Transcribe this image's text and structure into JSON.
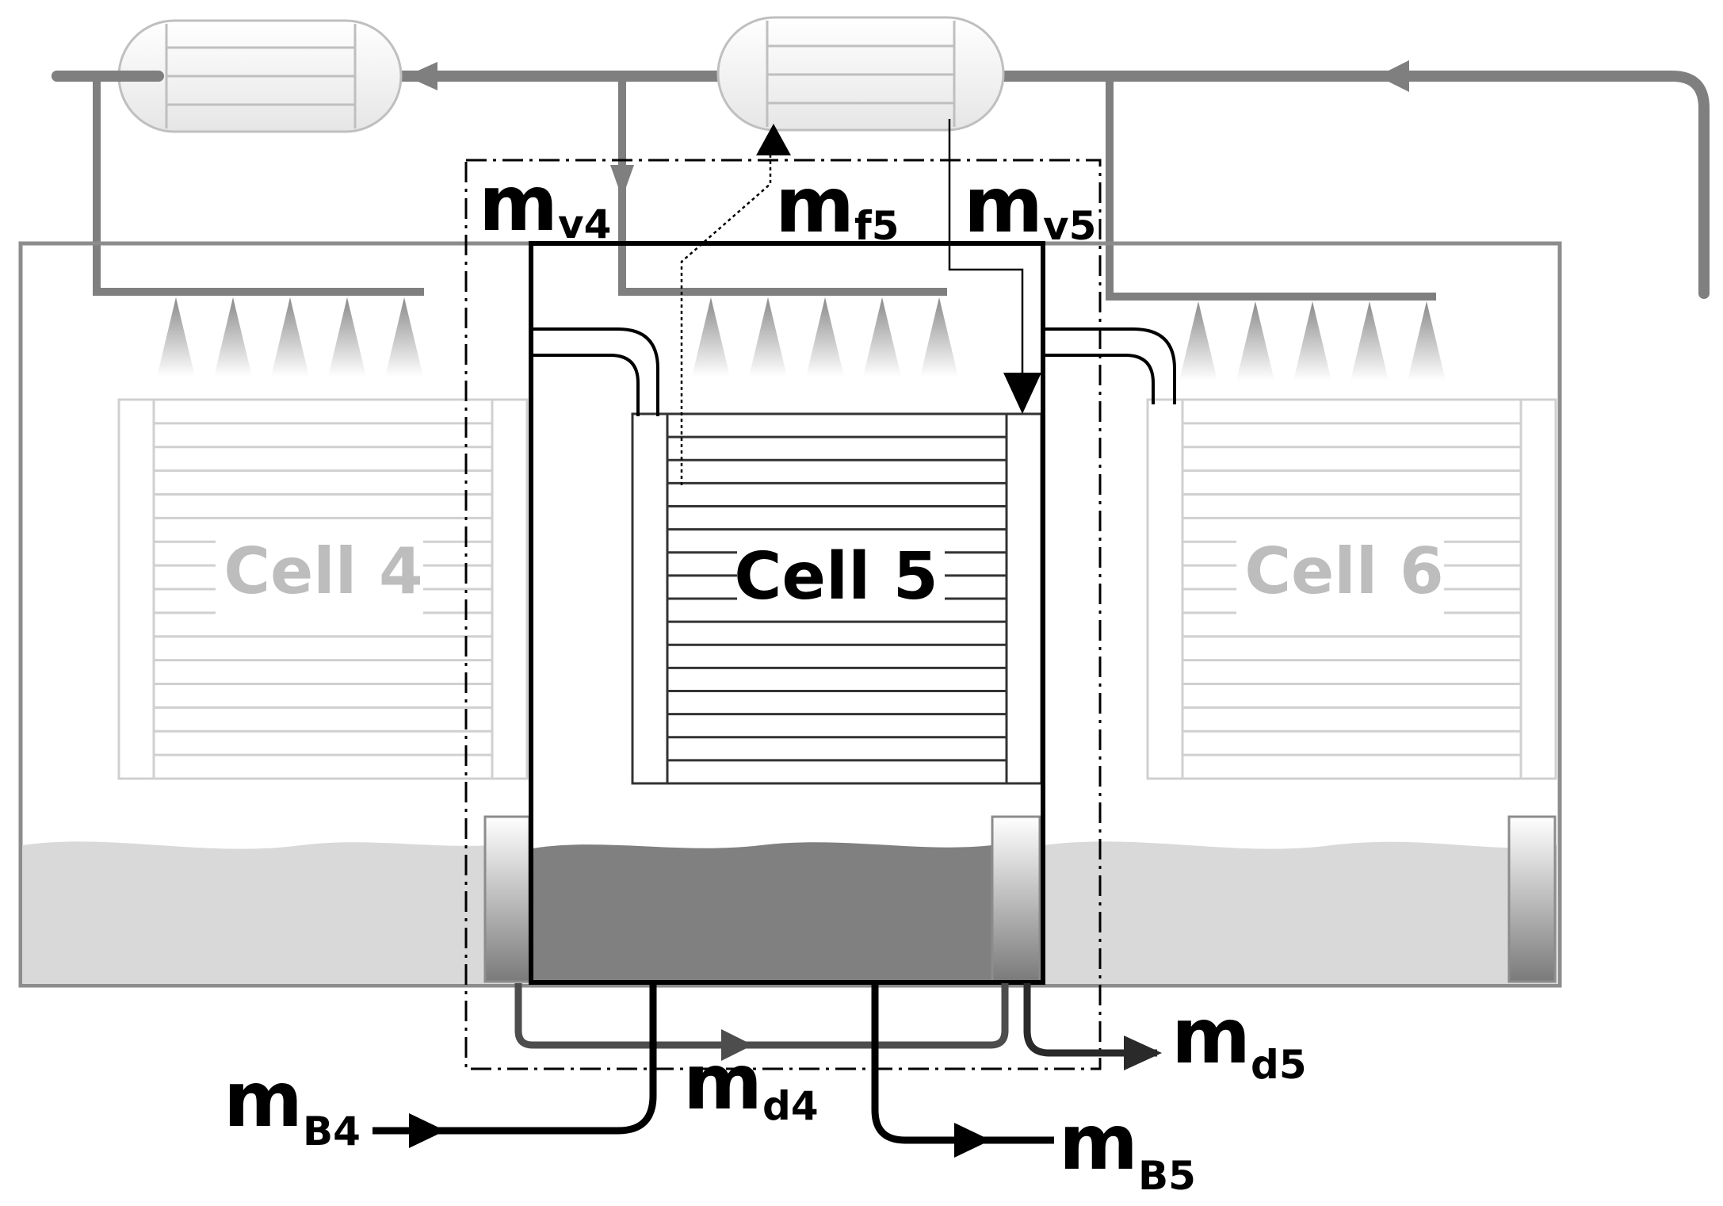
{
  "cells": {
    "cell4": "Cell 4",
    "cell5": "Cell 5",
    "cell6": "Cell 6"
  },
  "flows": {
    "mv4": {
      "base": "m",
      "sub": "v4"
    },
    "mf5": {
      "base": "m",
      "sub": "f5"
    },
    "mv5": {
      "base": "m",
      "sub": "v5"
    },
    "md4": {
      "base": "m",
      "sub": "d4"
    },
    "md5": {
      "base": "m",
      "sub": "d5"
    },
    "mB4": {
      "base": "m",
      "sub": "B4"
    },
    "mB5": {
      "base": "m",
      "sub": "B5"
    }
  },
  "colors": {
    "pipe": "#7f7f7f",
    "dark": "#000000",
    "brine_main": "#808080",
    "brine_side": "#d9d9d9",
    "tube_faint": "#d0d0d0"
  }
}
